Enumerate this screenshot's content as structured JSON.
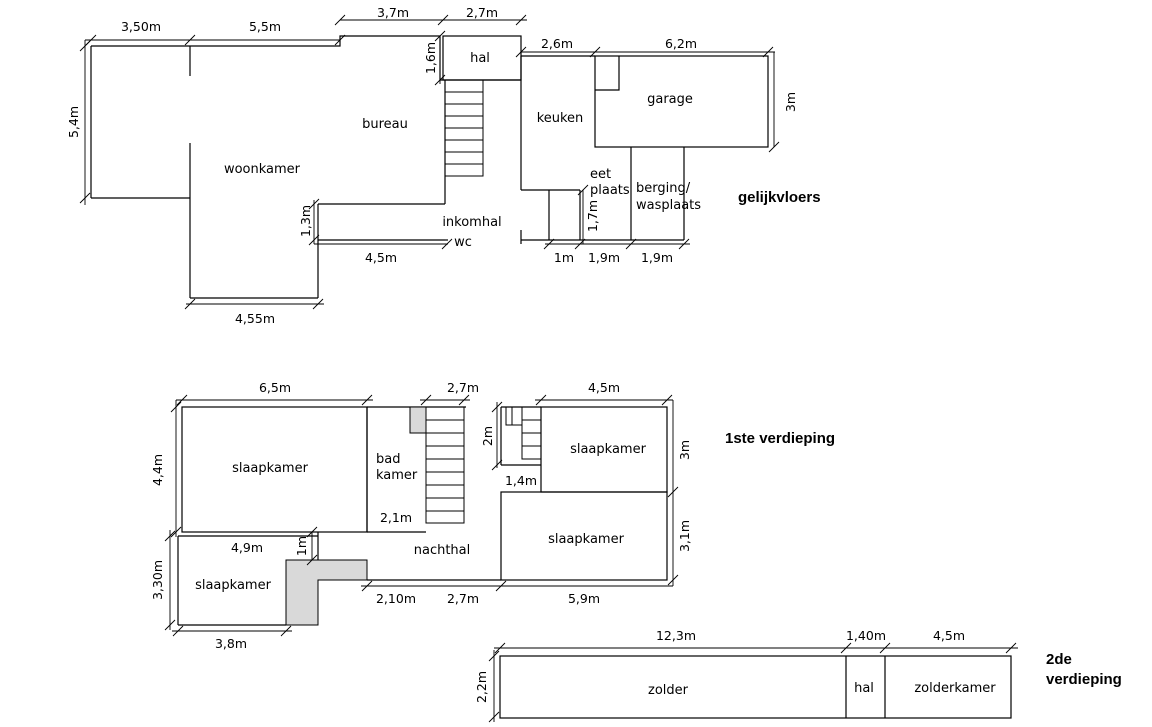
{
  "floors": {
    "ground": {
      "title": "gelijkvloers",
      "rooms": {
        "woonkamer": "woonkamer",
        "bureau": "bureau",
        "hal": "hal",
        "keuken": "keuken",
        "garage": "garage",
        "eet": "eet",
        "plaats": "plaats",
        "berging": "berging/",
        "wasplaats": "wasplaats",
        "inkomhal": "inkomhal",
        "wc": "wc"
      },
      "dims": {
        "w1": "3,50m",
        "w2": "5,5m",
        "w3": "3,7m",
        "w4": "2,7m",
        "w5": "2,6m",
        "w6": "6,2m",
        "h1": "5,4m",
        "h2": "1,6m",
        "h3": "3m",
        "h4": "1,3m",
        "h5": "1,7m",
        "b1": "4,5m",
        "b2": "1m",
        "b3": "1,9m",
        "b4": "1,9m",
        "b5": "4,55m"
      }
    },
    "first": {
      "title": "1ste verdieping",
      "rooms": {
        "s1": "slaapkamer",
        "bad": "bad",
        "kamer": "kamer",
        "s2": "slaapkamer",
        "s3": "slaapkamer",
        "s4": "slaapkamer",
        "nachthal": "nachthal"
      },
      "dims": {
        "w1": "6,5m",
        "w2": "2,7m",
        "w3": "4,5m",
        "h1": "4,4m",
        "h2": "2m",
        "h3": "3m",
        "d1": "1,4m",
        "d2": "2,1m",
        "d3": "4,9m",
        "d4": "1m",
        "h4": "3,1m",
        "h5": "3,30m",
        "b1": "2,10m",
        "b2": "2,7m",
        "b3": "5,9m",
        "b4": "3,8m"
      }
    },
    "second": {
      "title_1": "2de",
      "title_2": "verdieping",
      "rooms": {
        "zolder": "zolder",
        "hal": "hal",
        "zolderkamer": "zolderkamer"
      },
      "dims": {
        "w1": "12,3m",
        "w2": "1,40m",
        "w3": "4,5m",
        "h1": "2,2m"
      }
    }
  }
}
